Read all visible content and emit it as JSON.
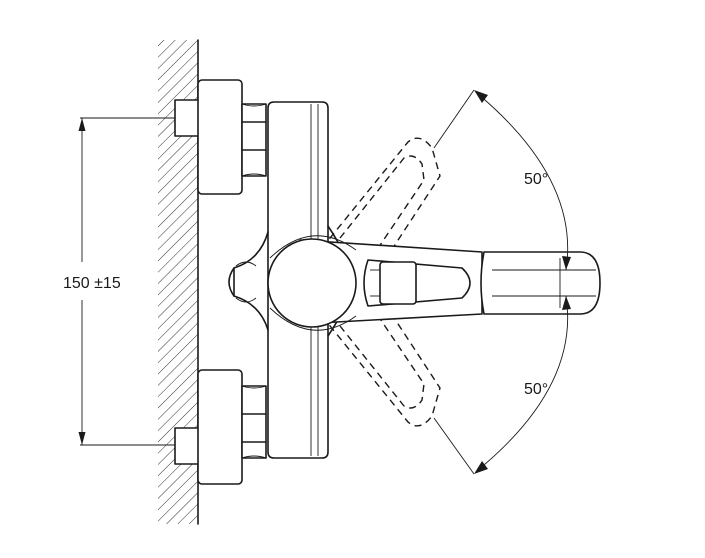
{
  "dimensions": {
    "height_label": "150 ±15",
    "angle_upper": "50°",
    "angle_lower": "50°"
  },
  "colors": {
    "ink": "#1a1a1a",
    "background": "#ffffff"
  }
}
